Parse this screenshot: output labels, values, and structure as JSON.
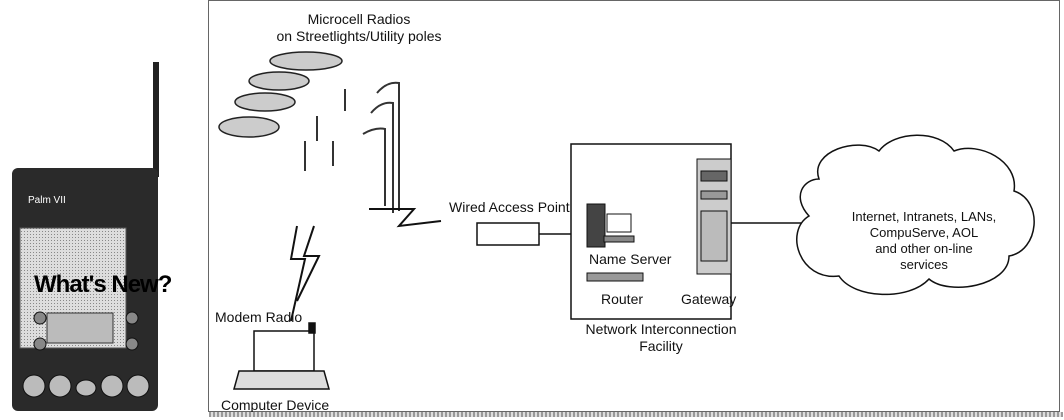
{
  "device": {
    "brand": "Palm VII",
    "screen_text": "What's New?"
  },
  "diagram": {
    "microcell_label_line1": "Microcell Radios",
    "microcell_label_line2": "on Streetlights/Utility poles",
    "wired_access_point": "Wired Access Point",
    "name_server": "Name Server",
    "router": "Router",
    "gateway": "Gateway",
    "facility_line1": "Network Interconnection",
    "facility_line2": "Facility",
    "modem_radio": "Modem Radio",
    "computer_device": "Computer Device",
    "cloud_line1": "Internet, Intranets, LANs,",
    "cloud_line2": "CompuServe, AOL",
    "cloud_line3": "and other on-line",
    "cloud_line4": "services"
  }
}
